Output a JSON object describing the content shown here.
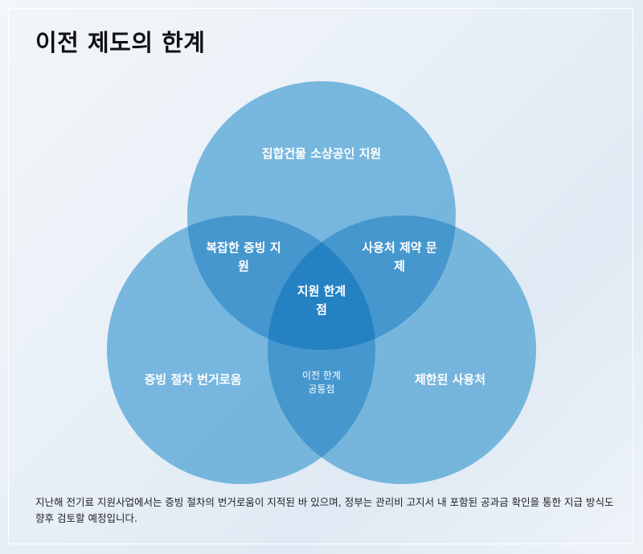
{
  "page": {
    "title": "이전 제도의 한계"
  },
  "diagram": {
    "circles": [
      {
        "id": "top",
        "label": "집합건물 소상공인 지원",
        "color": "#5aa6d6"
      },
      {
        "id": "left",
        "label": "증빙 절차 번거로움",
        "color": "#5aa6d6"
      },
      {
        "id": "right",
        "label": "제한된 사용처",
        "color": "#5aa6d6"
      }
    ],
    "overlaps": {
      "top_left": [
        "복잡한 증빙 지",
        "원"
      ],
      "top_right": [
        "사용처 제약 문",
        "제"
      ],
      "center": [
        "지원 한계",
        "점"
      ],
      "left_right": [
        "이전 한계",
        "공통점"
      ]
    }
  },
  "caption": {
    "line1": "지난해 전기료 지원사업에서는 증빙 절차의 번거로움이 지적된 바 있으며, 정부는 관리비 고지서 내 포함된 공과금 확인을 통한 지급 방식도",
    "line2": "향후 검토할 예정입니다."
  }
}
